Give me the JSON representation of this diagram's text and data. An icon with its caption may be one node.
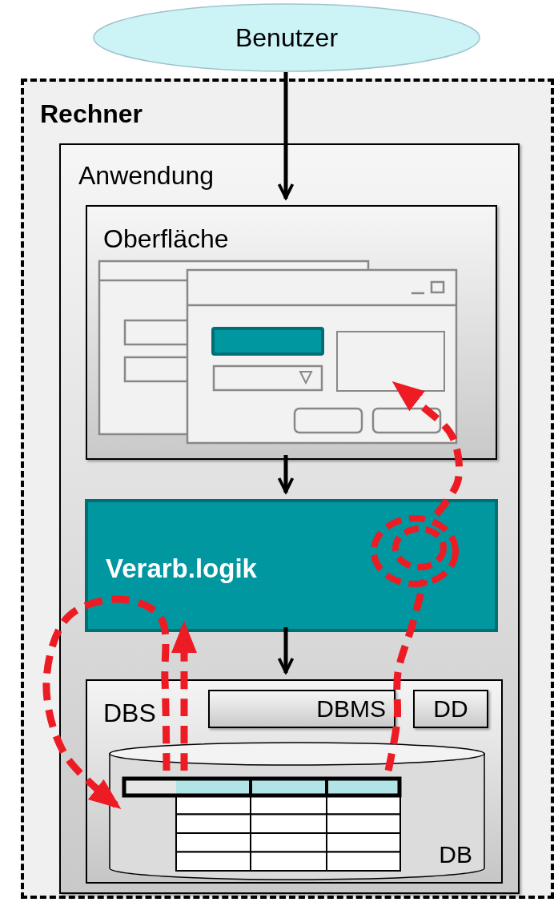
{
  "diagram": {
    "nodes": [
      {
        "text": [
          "Benutzer"
        ]
      },
      {
        "text": [
          "Rechner"
        ]
      },
      {
        "text": [
          "Anwendung"
        ],
        "in": 1
      },
      {
        "text": [
          "Oberfläche"
        ],
        "in": 2
      },
      {
        "text": [],
        "shape": "box",
        "in": 3
      },
      {
        "text": [
          "Verarb.logik"
        ],
        "in": 2
      },
      {
        "text": [],
        "shape": "circle",
        "in": 5
      },
      {
        "text": [
          "DBS"
        ],
        "in": 2
      },
      {
        "text": [
          "DBMS"
        ],
        "in": 7
      },
      {
        "text": [
          "DD"
        ],
        "in": 7
      },
      {
        "text": [
          "DB"
        ],
        "in": 7
      },
      {
        "text": [],
        "shape": "table",
        "in": 10
      }
    ],
    "edges": [
      {
        "from": 0,
        "to": 3,
        "arrow": "to",
        "color": "#000000"
      },
      {
        "from": 3,
        "to": 5,
        "arrow": "to",
        "color": "#000000"
      },
      {
        "from": 5,
        "to": 7,
        "arrow": "to",
        "color": "#000000"
      },
      {
        "from": 11,
        "to": 11,
        "arrow": "to",
        "style": "dashed",
        "color": "#ed1c24"
      },
      {
        "from": 11,
        "to": 5,
        "arrow": "to",
        "style": "dashed",
        "color": "#ed1c24"
      },
      {
        "from": 11,
        "to": 6,
        "arrow": "none",
        "style": "dashed",
        "color": "#ed1c24"
      },
      {
        "from": 6,
        "to": 4,
        "arrow": "to",
        "style": "dashed",
        "color": "#ed1c24"
      }
    ]
  }
}
